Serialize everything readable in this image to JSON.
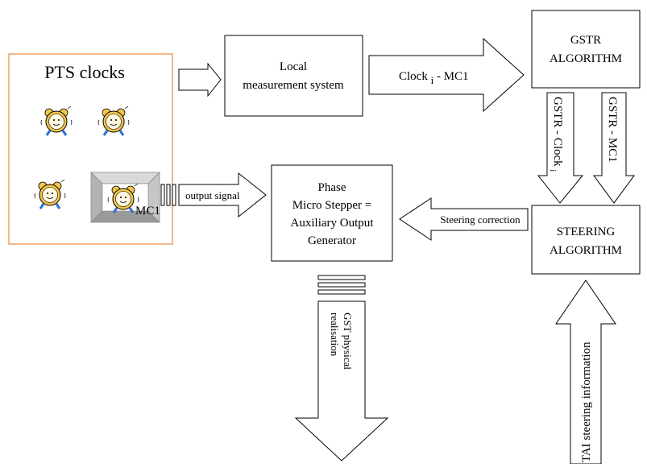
{
  "pts_panel": {
    "title": "PTS clocks",
    "border_color": "#f0a060",
    "mc1_label": "MC1"
  },
  "local_measurement": {
    "line1": "Local",
    "line2": "measurement system"
  },
  "gstr_algorithm": {
    "line1": "GSTR",
    "line2": "ALGORITHM"
  },
  "steering_algorithm": {
    "line1": "STEERING",
    "line2": "ALGORITHM"
  },
  "phase_stepper": {
    "line1": "Phase",
    "line2": "Micro Stepper =",
    "line3": "Auxiliary Output",
    "line4": "Generator"
  },
  "arrows": {
    "clock_mc1": {
      "main": "Clock",
      "sub": "i",
      "tail": " - MC1"
    },
    "gstr_clock": {
      "main": "GSTR - Clock",
      "sub": "i"
    },
    "gstr_mc1": "GSTR - MC1",
    "output_signal": "output signal",
    "steering_correction": "Steering correction",
    "gst_physical": {
      "line1": "GST physical",
      "line2": "realisation"
    },
    "tai_steering": "TAI steering information"
  },
  "icons": {
    "clock": "alarm-clock-icon"
  }
}
